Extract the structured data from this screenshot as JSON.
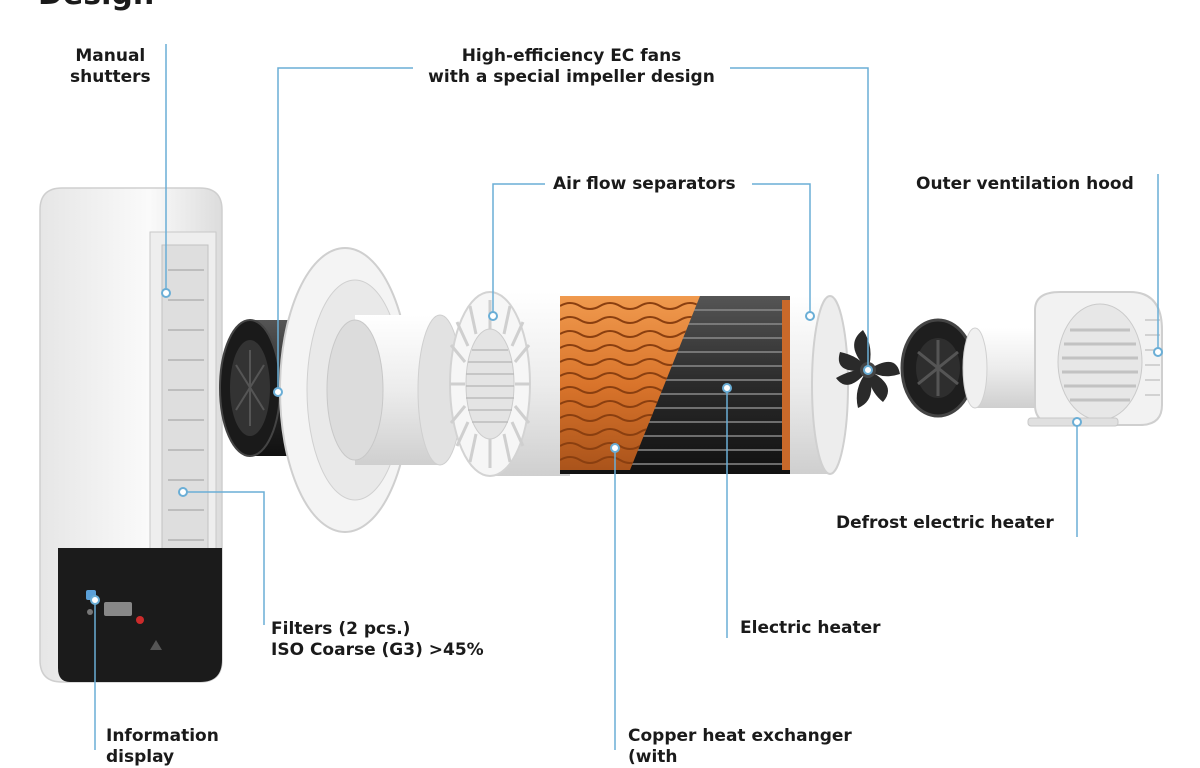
{
  "title": "Design",
  "callouts": {
    "manual_shutters": [
      "Manual",
      "shutters"
    ],
    "ec_fans": [
      "High-efficiency EC fans",
      "with a special impeller design"
    ],
    "air_flow_separators": "Air flow separators",
    "outer_hood": "Outer ventilation hood",
    "defrost_heater": "Defrost electric heater",
    "filters": [
      "Filters (2 pcs.)",
      "ISO Coarse (G3) >45%"
    ],
    "electric_heater": "Electric heater",
    "information": [
      "Information",
      "display"
    ],
    "copper_exchanger": [
      "Copper heat exchanger",
      "(with"
    ]
  },
  "colors": {
    "leader_line": "#6aaed6",
    "copper": "#d9742b",
    "dark": "#2a2a2a",
    "white_part": "#f2f2f2"
  }
}
